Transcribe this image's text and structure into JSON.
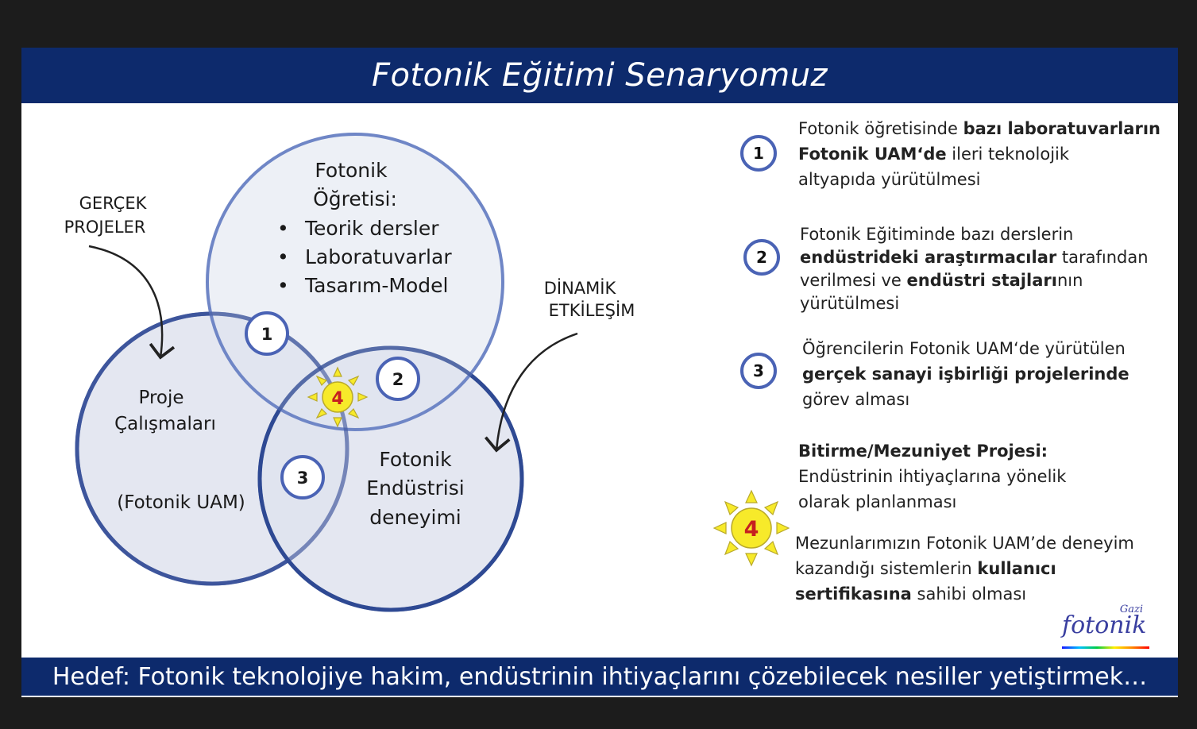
{
  "title": "Fotonik Eğitimi Senaryomuz",
  "footer": "Hedef: Fotonik teknolojiye hakim, endüstrinin ihtiyaçlarını çözebilecek nesiller yetiştirmek…",
  "diagram": {
    "top_circle": {
      "heading_line1": "Fotonik",
      "heading_line2": "Öğretisi:",
      "bullets": [
        "Teorik dersler",
        "Laboratuvarlar",
        "Tasarım-Model"
      ]
    },
    "left_circle": {
      "line1": "Proje",
      "line2": "Çalışmaları",
      "line3": "(Fotonik UAM)"
    },
    "right_circle": {
      "line1": "Fotonik",
      "line2": "Endüstrisi",
      "line3": "deneyimi"
    },
    "annotation_left": {
      "line1": "GERÇEK",
      "line2": "PROJELER"
    },
    "annotation_right": {
      "line1": "DİNAMİK",
      "line2": "ETKİLEŞİM"
    },
    "badges": [
      "1",
      "2",
      "3",
      "4"
    ],
    "bullet_symbol": "•"
  },
  "legend": {
    "item1": {
      "badge": "1",
      "t1": "Fotonik öğretisinde ",
      "b1": "bazı laboratuvarların",
      "b2": "Fotonik UAM‘de",
      "t2": " ileri teknolojik",
      "t3": "altyapıda yürütülmesi"
    },
    "item2": {
      "badge": "2",
      "t1": "Fotonik Eğitiminde bazı derslerin",
      "b1": "endüstrideki araştırmacılar",
      "t2": " tarafından",
      "t3": "verilmesi ve ",
      "b2": "endüstri stajları",
      "t4": "nın",
      "t5": "yürütülmesi"
    },
    "item3": {
      "badge": "3",
      "t1": "Öğrencilerin Fotonik UAM‘de yürütülen",
      "b1": "gerçek sanayi işbirliği projelerinde",
      "t2": "görev alması"
    },
    "item4": {
      "badge": "4",
      "b1": "Bitirme/Mezuniyet Projesi:",
      "t1": "Endüstrinin ihtiyaçlarına yönelik",
      "t2": "olarak planlanması",
      "t3": "Mezunlarımızın Fotonik UAM’de deneyim",
      "t4": "kazandığı sistemlerin ",
      "b2": "kullanıcı",
      "b3": "sertifikasına",
      "t5": " sahibi olması"
    }
  },
  "logo": {
    "small": "Gazi",
    "main": "fotonik"
  },
  "colors": {
    "banner": "#0d2a6c",
    "circle_stroke": "#3d559c",
    "circle_fill": "#dfe3ee",
    "sun": "#f7ea2a",
    "sun_number": "#c62020"
  }
}
